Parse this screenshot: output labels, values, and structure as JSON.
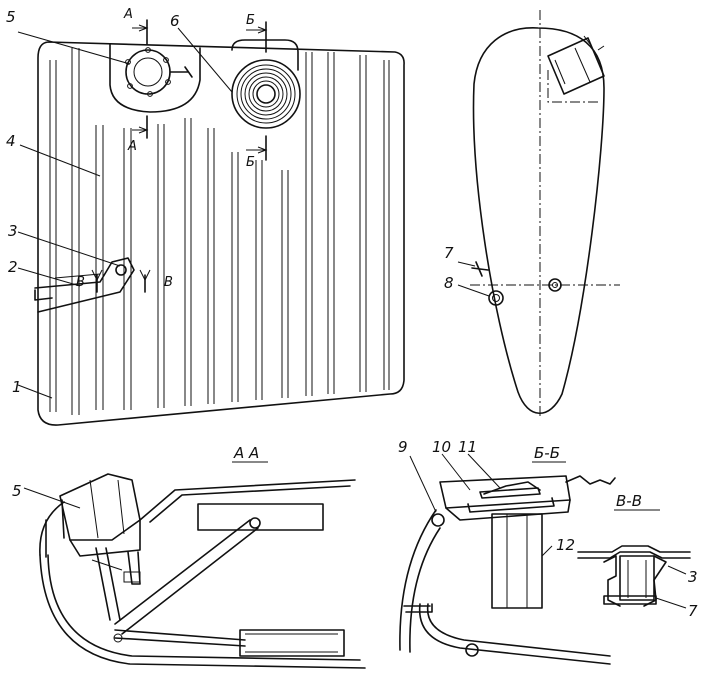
{
  "labels": {
    "l1": "1",
    "l2": "2",
    "l3": "3",
    "l4": "4",
    "l5": "5",
    "l5b": "5",
    "l6": "6",
    "l7": "7",
    "l7b": "7",
    "l3b": "3",
    "l8": "8",
    "l9": "9",
    "l10": "10",
    "l11": "11",
    "l12": "12"
  },
  "section_marks": {
    "a": "А",
    "b": "Б",
    "v": "В"
  },
  "section_titles": {
    "aa": "А  А",
    "bb": "Б-Б",
    "vv": "В-В"
  }
}
